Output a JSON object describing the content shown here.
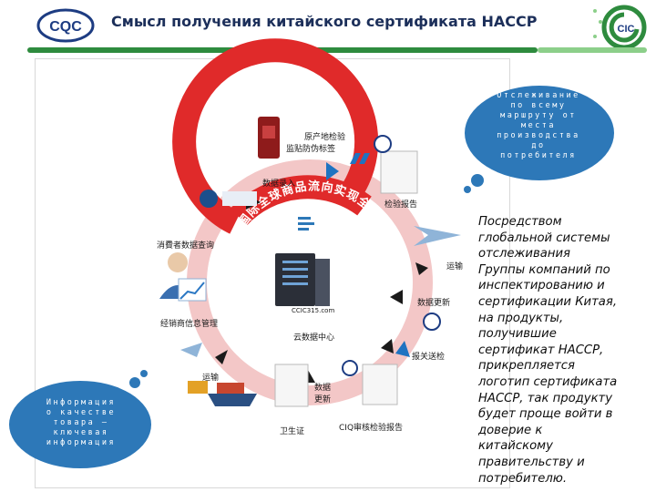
{
  "header": {
    "title": "Смысл получения китайского сертификата НАССР",
    "logo_left": "CQC",
    "logo_right": "CIC"
  },
  "diagram": {
    "ring_text": "国际全球商品流向实现全程监控",
    "center_url": "CCIC315.com",
    "labels": {
      "origin_label_1": "原产地检验",
      "origin_label_2": "监贴防伪标签",
      "data_entry": "数据录入",
      "inspection_report": "检验报告",
      "consumer_query": "消費者数据查询",
      "transport_right": "运输",
      "data_update_right": "数据更新",
      "dealer_management": "经销商信息管理",
      "cloud_center": "云数据中心",
      "customs_inspection": "报关送检",
      "transport_left": "运输",
      "data_update_bottom_1": "数据",
      "data_update_bottom_2": "更新",
      "health_cert": "卫生证",
      "ciq_report": "CIQ审核检验报告"
    }
  },
  "clouds": {
    "top": [
      "Отслеживание",
      "по всему",
      "маршруту от",
      "места",
      "производства",
      "до",
      "потребителя"
    ],
    "bottom": [
      "Информация",
      "о качестве",
      "товара –",
      "ключевая",
      "информация"
    ]
  },
  "side_text": [
    "Посредством",
    "глобальной системы",
    "отслеживания",
    "Группы компаний по",
    "инспектированию и",
    "сертификации Китая,",
    "на продукты,",
    "получившие",
    "сертификат НАССР,",
    "прикрепляется",
    "логотип сертификата",
    "НАССР, так продукту",
    "будет проще войти в",
    "доверие к",
    "китайскому",
    "правительству и",
    "потребителю."
  ],
  "colors": {
    "ring": "#e02a2a",
    "ring_light": "#f1a9a9",
    "cloud": "#2d78b8",
    "title": "#1c2f5a",
    "accent_green": "#2e8b3e"
  }
}
